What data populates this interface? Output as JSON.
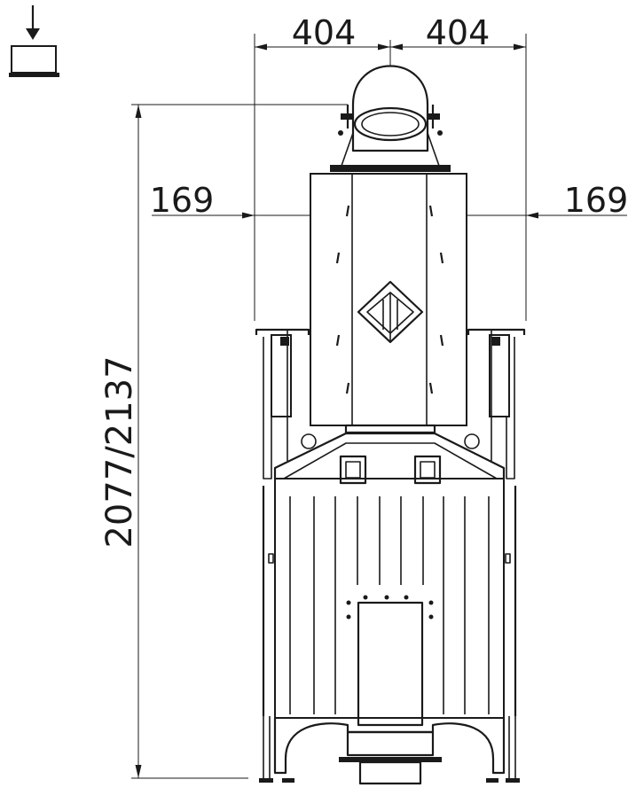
{
  "dimensions": {
    "top_left_width": "404",
    "top_right_width": "404",
    "side_left": "169",
    "side_right": "169",
    "total_height": "2077/2137"
  },
  "icons": {
    "view_indicator": "top-view-arrow-icon"
  }
}
